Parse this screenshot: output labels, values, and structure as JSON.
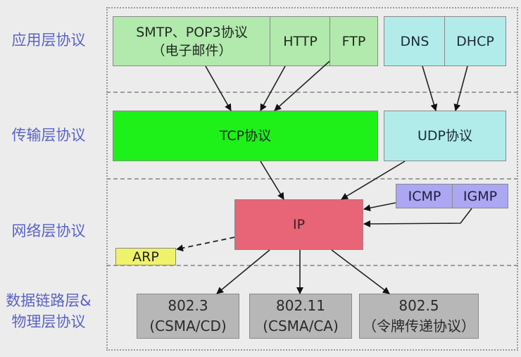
{
  "diagram": {
    "layers": [
      {
        "id": "application",
        "label": "应用层协议"
      },
      {
        "id": "transport",
        "label": "传输层协议"
      },
      {
        "id": "network",
        "label": "网络层协议"
      },
      {
        "id": "link",
        "label_line1": "数据链路层&",
        "label_line2": "物理层协议"
      }
    ],
    "nodes": {
      "smtp": {
        "line1": "SMTP、POP3协议",
        "line2": "（电子邮件）"
      },
      "http": {
        "label": "HTTP"
      },
      "ftp": {
        "label": "FTP"
      },
      "dns": {
        "label": "DNS"
      },
      "dhcp": {
        "label": "DHCP"
      },
      "tcp": {
        "label": "TCP协议"
      },
      "udp": {
        "label": "UDP协议"
      },
      "ip": {
        "label": "IP"
      },
      "icmp": {
        "label": "ICMP"
      },
      "igmp": {
        "label": "IGMP"
      },
      "arp": {
        "label": "ARP"
      },
      "ieee8023": {
        "line1": "802.3",
        "line2": "(CSMA/CD)"
      },
      "ieee80211": {
        "line1": "802.11",
        "line2": "(CSMA/CA)"
      },
      "ieee8025": {
        "line1": "802.5",
        "line2": "（令牌传递协议）"
      }
    },
    "edges": [
      {
        "from": "smtp",
        "to": "tcp",
        "style": "solid"
      },
      {
        "from": "http",
        "to": "tcp",
        "style": "solid"
      },
      {
        "from": "ftp",
        "to": "tcp",
        "style": "solid"
      },
      {
        "from": "dns",
        "to": "udp",
        "style": "solid"
      },
      {
        "from": "dhcp",
        "to": "udp",
        "style": "solid"
      },
      {
        "from": "tcp",
        "to": "ip",
        "style": "solid"
      },
      {
        "from": "udp",
        "to": "ip",
        "style": "solid"
      },
      {
        "from": "icmp",
        "to": "ip",
        "style": "solid"
      },
      {
        "from": "igmp",
        "to": "ip",
        "style": "solid"
      },
      {
        "from": "ip",
        "to": "arp",
        "style": "dashed"
      },
      {
        "from": "ip",
        "to": "ieee8023",
        "style": "solid"
      },
      {
        "from": "ip",
        "to": "ieee80211",
        "style": "solid"
      },
      {
        "from": "ip",
        "to": "ieee8025",
        "style": "solid"
      }
    ],
    "colors": {
      "application_mail_web": "#b2e9ad",
      "tcp": "#1ef01a",
      "udp_dns_dhcp": "#b1ecea",
      "ip": "#e86477",
      "icmp_igmp": "#aba7f2",
      "arp": "#eff26a",
      "link_layer": "#b7b7b7",
      "layer_label_text": "#5a63c4"
    }
  }
}
